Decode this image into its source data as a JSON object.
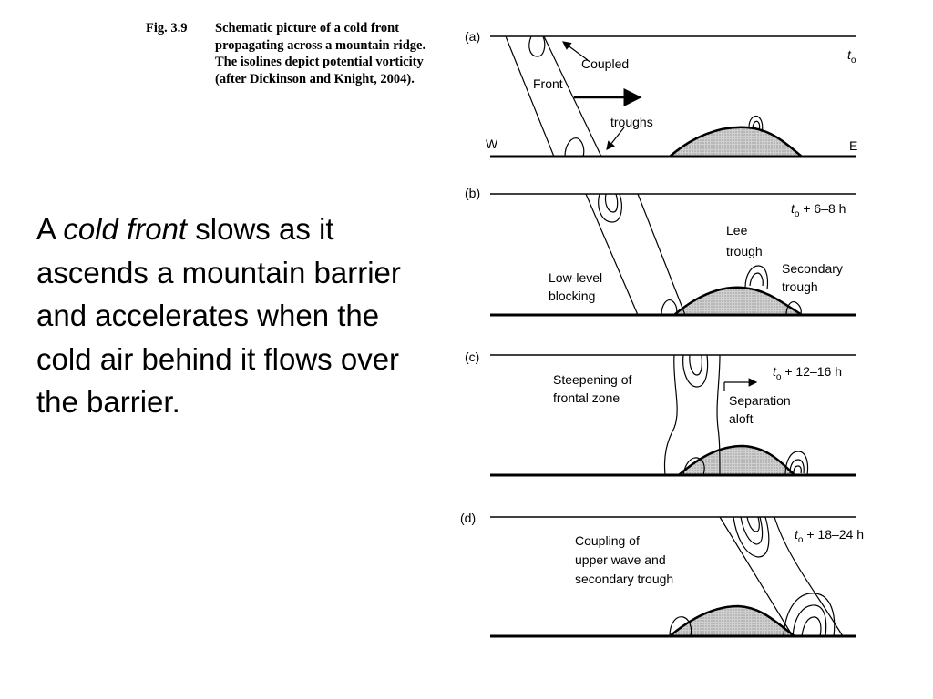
{
  "caption": {
    "figure_number": "Fig. 3.9",
    "text": "Schematic picture of a cold front propagating across a mountain ridge. The isolines depict potential vorticity (after Dickinson and Knight, 2004)."
  },
  "main_text": {
    "prefix": "A ",
    "italic": "cold front",
    "suffix": " slows as it ascends a mountain barrier and accelerates when the cold air behind it flows over the barrier."
  },
  "panels": [
    {
      "id": "a",
      "label": "(a)",
      "time_base": "t",
      "time_sub": "o",
      "time_suffix": "",
      "annotations": [
        "Coupled",
        "Front",
        "troughs",
        "W",
        "E"
      ]
    },
    {
      "id": "b",
      "label": "(b)",
      "time_base": "t",
      "time_sub": "o",
      "time_suffix": " + 6–8 h",
      "annotations": [
        "Lee",
        "trough",
        "Secondary",
        "trough",
        "Low-level",
        "blocking"
      ]
    },
    {
      "id": "c",
      "label": "(c)",
      "time_base": "t",
      "time_sub": "o",
      "time_suffix": " + 12–16 h",
      "annotations": [
        "Steepening of",
        "frontal zone",
        "Separation",
        "aloft"
      ]
    },
    {
      "id": "d",
      "label": "(d)",
      "time_base": "t",
      "time_sub": "o",
      "time_suffix": " + 18–24 h",
      "annotations": [
        "Coupling of",
        "upper wave and",
        "secondary trough"
      ]
    }
  ],
  "colors": {
    "line": "#000000",
    "mountain_fill": "#c8c8c8",
    "background": "#ffffff"
  }
}
